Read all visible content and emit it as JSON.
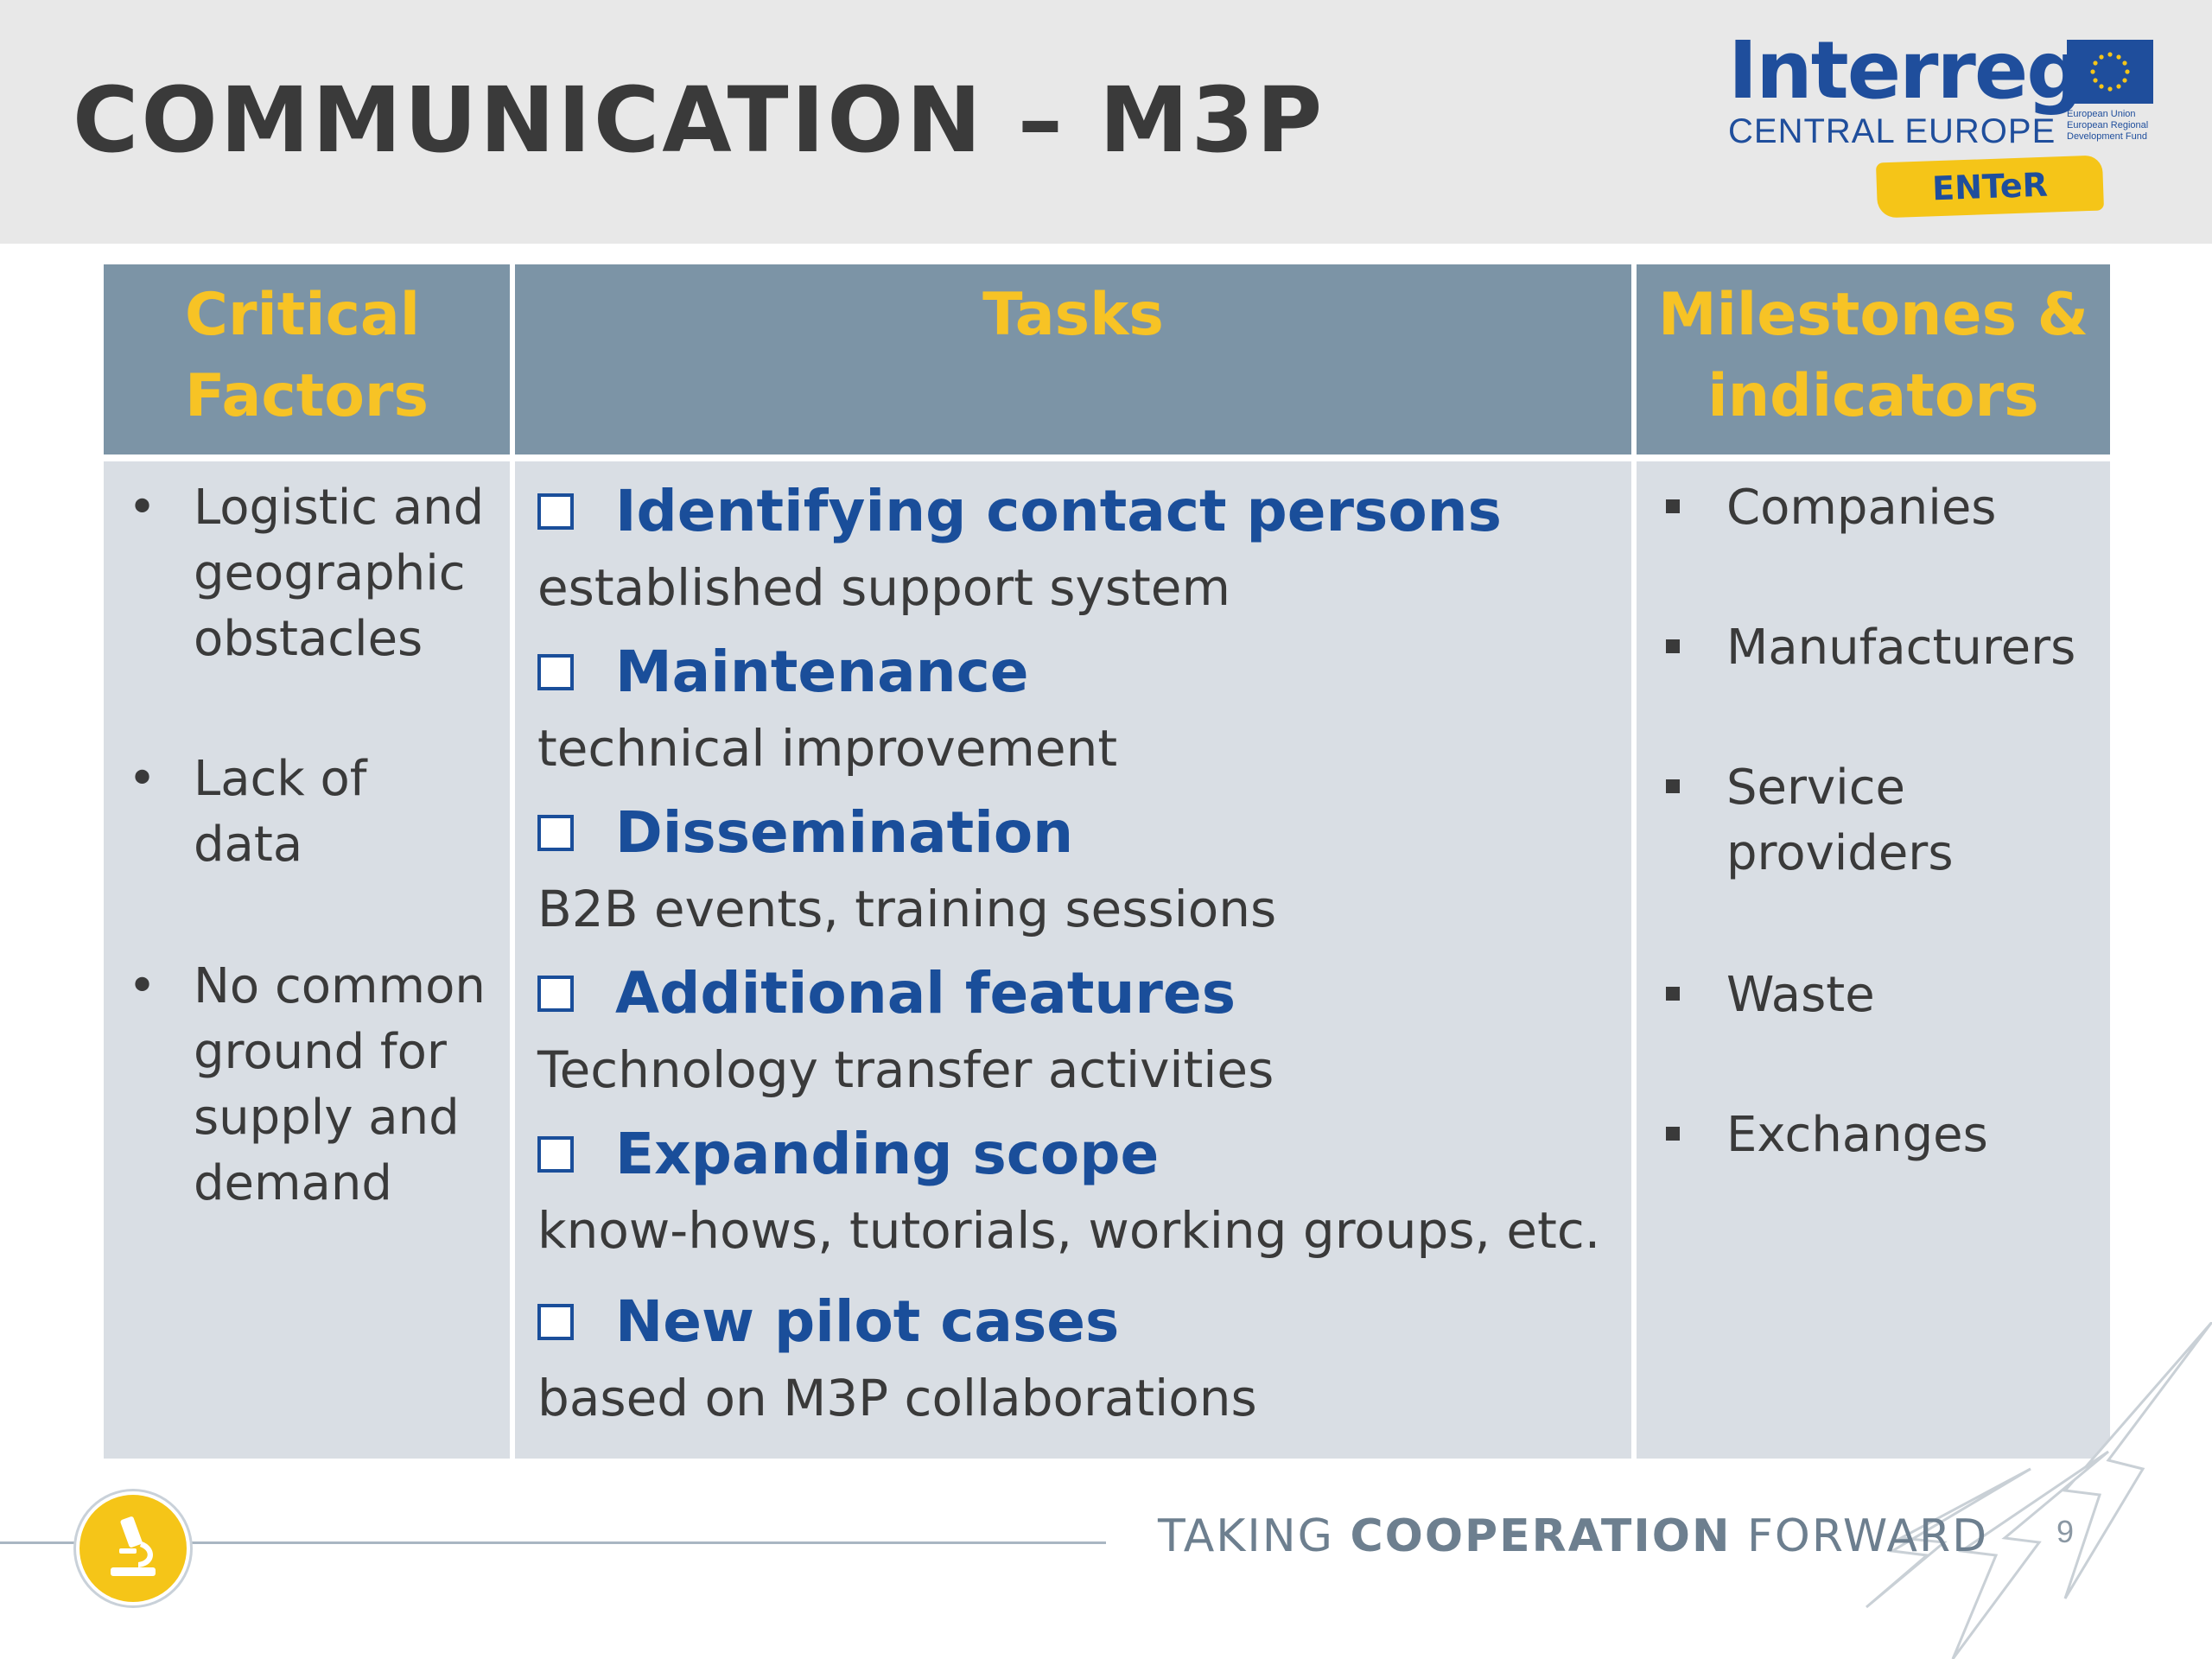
{
  "header": {
    "title": "COMMUNICATION – M3P"
  },
  "logo": {
    "name": "Interreg",
    "region": "CENTRAL EUROPE",
    "eu_text": [
      "European Union",
      "European Regional",
      "Development Fund"
    ],
    "project": "ENTeR"
  },
  "table": {
    "headers": {
      "critical_factors": [
        "Critical",
        "Factors"
      ],
      "tasks": "Tasks",
      "milestones": [
        "Milestones &",
        "indicators"
      ]
    },
    "critical_factors": [
      {
        "bullet": "•",
        "lines": [
          "Logistic and",
          "geographic",
          "obstacles"
        ]
      },
      {
        "bullet": "•",
        "lines": [
          "Lack of",
          "data"
        ]
      },
      {
        "bullet": "•",
        "lines": [
          "No common",
          "ground for",
          "supply and",
          "demand"
        ]
      }
    ],
    "tasks": [
      {
        "title": "Identifying contact persons",
        "desc": "established support system"
      },
      {
        "title": "Maintenance",
        "desc": "technical improvement"
      },
      {
        "title": "Dissemination",
        "desc": "B2B events, training sessions"
      },
      {
        "title": "Additional features",
        "desc": "Technology transfer activities"
      },
      {
        "title": "Expanding scope",
        "desc": "know-hows, tutorials, working groups, etc."
      },
      {
        "title": "New pilot cases",
        "desc": "based on M3P collaborations"
      }
    ],
    "milestones": [
      {
        "lines": [
          "Companies"
        ]
      },
      {
        "lines": [
          "Manufacturers"
        ]
      },
      {
        "lines": [
          "Service",
          "providers"
        ]
      },
      {
        "lines": [
          "Waste"
        ]
      },
      {
        "lines": [
          "Exchanges"
        ]
      }
    ]
  },
  "footer": {
    "tagline_pre": "TAKING ",
    "tagline_bold": "COOPERATION",
    "tagline_post": " FORWARD",
    "page_number": "9"
  },
  "colors": {
    "header_band": "#e8e8e8",
    "table_header": "#7c94a6",
    "header_text": "#f7c325",
    "cell_bg": "#d9dee4",
    "task_title": "#1a4e9a",
    "brand_blue": "#1f4e9c",
    "brand_yellow": "#f5c518"
  },
  "icons": {
    "eu_flag": "eu-flag-icon",
    "footer": "microscope-icon",
    "task_bullet": "checkbox-icon",
    "decoration": "arrows-decoration"
  }
}
